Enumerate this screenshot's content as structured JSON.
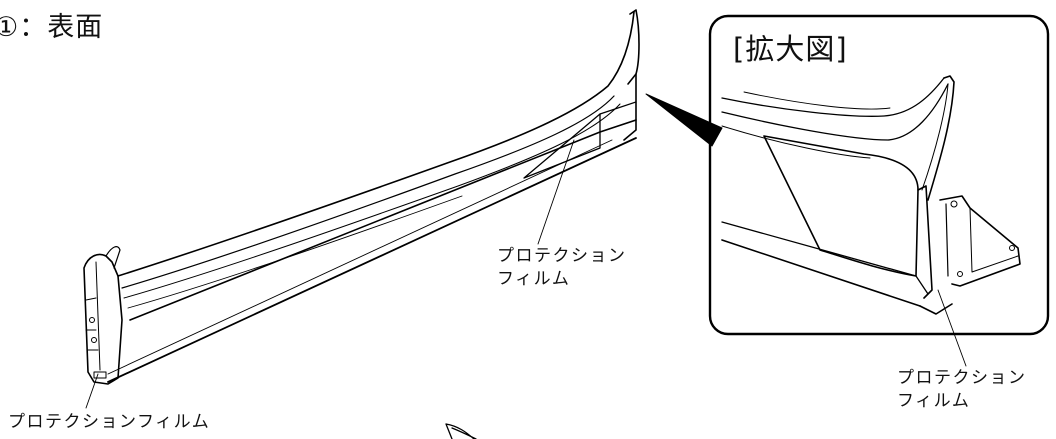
{
  "heading": "①：表面",
  "zoom_panel": {
    "title": "[拡大図]"
  },
  "callouts": {
    "middle": {
      "line1": "プロテクション",
      "line2": "フィルム"
    },
    "zoom": {
      "line1": "プロテクション",
      "line2": "フィルム"
    },
    "left": {
      "text": "プロテクションフィルム"
    }
  }
}
